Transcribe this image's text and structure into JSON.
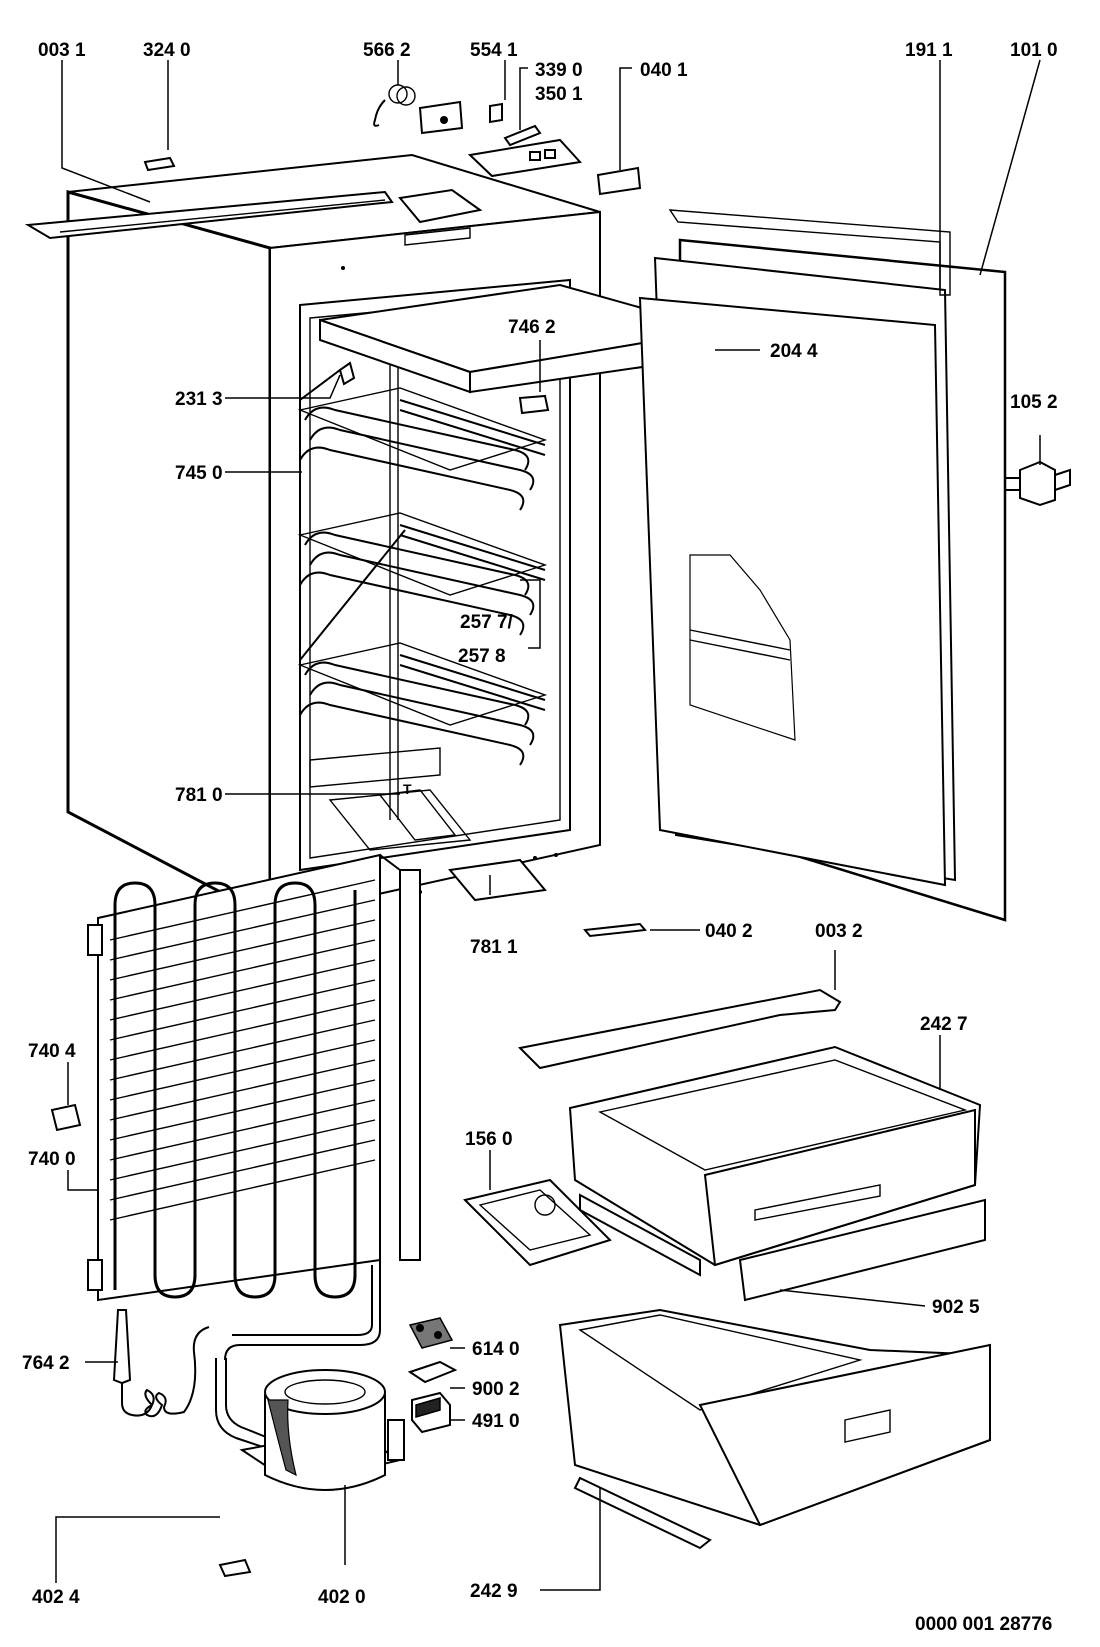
{
  "labels": {
    "l0031": "003 1",
    "l3240": "324 0",
    "l5662": "566 2",
    "l5541": "554 1",
    "l3390": "339 0",
    "l3501": "350 1",
    "l0401": "040 1",
    "l1911": "191 1",
    "l1010": "101 0",
    "l7462": "746 2",
    "l2044": "204 4",
    "l2313": "231 3",
    "l1052": "105 2",
    "l7450": "745 0",
    "l2577": "257 7/",
    "l2578": "257 8",
    "l7810": "781 0",
    "l7811": "781 1",
    "l0402": "040 2",
    "l0032": "003 2",
    "l2427": "242 7",
    "l7404": "740 4",
    "l1560": "156 0",
    "l7400": "740 0",
    "l9025": "902 5",
    "l6140": "614 0",
    "l7642": "764 2",
    "l9002": "900 2",
    "l4910": "491 0",
    "l4024": "402 4",
    "l4020": "402 0",
    "l2429": "242 9"
  },
  "document_code": "0000 001 28776"
}
